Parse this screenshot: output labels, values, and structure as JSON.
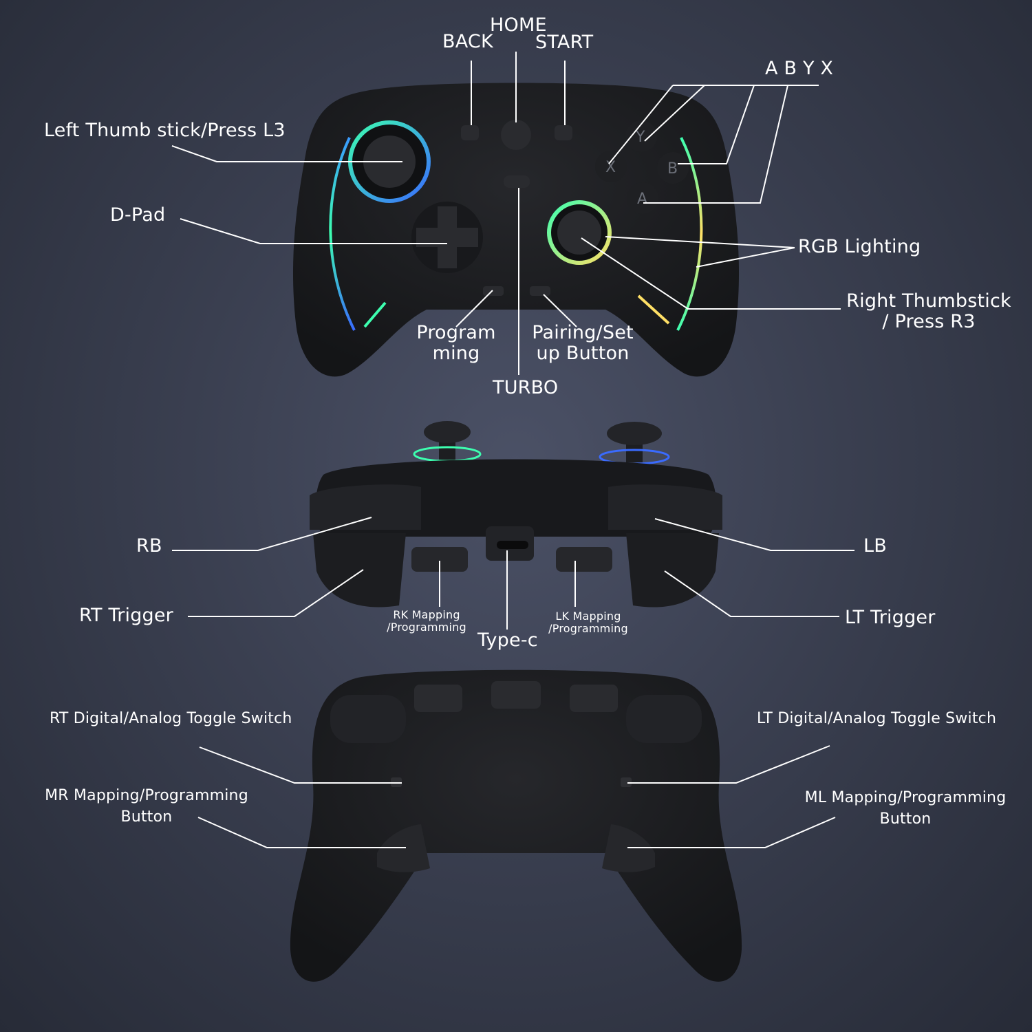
{
  "top_view": {
    "home": "HOME",
    "back": "BACK",
    "start": "START",
    "abyx": "A B Y X",
    "left_thumb": "Left Thumb stick/Press L3",
    "dpad": "D-Pad",
    "rgb": "RGB  Lighting",
    "right_thumb_1": "Right Thumbstick",
    "right_thumb_2": "/ Press R3",
    "programming_1": "Program",
    "programming_2": "ming",
    "pairing_1": "Pairing/Set",
    "pairing_2": "up Button",
    "turbo": "TURBO",
    "face_buttons": {
      "y": "Y",
      "x": "X",
      "b": "B",
      "a": "A"
    }
  },
  "front_view": {
    "rb": "RB",
    "lb": "LB",
    "rt": "RT Trigger",
    "lt": "LT Trigger",
    "rk_1": "RK Mapping",
    "rk_2": "/Programming",
    "lk_1": "LK Mapping",
    "lk_2": "/Programming",
    "typec": "Type-c"
  },
  "back_view": {
    "rt_toggle": "RT Digital/Analog Toggle Switch",
    "lt_toggle": "LT Digital/Analog Toggle Switch",
    "mr_1": "MR Mapping/Programming",
    "mr_2": "Button",
    "ml_1": "ML Mapping/Programming",
    "ml_2": "Button"
  },
  "colors": {
    "background": "#3a3f50",
    "controller_body": "#1b1c1f",
    "rgb_blue": "#3a6bff",
    "rgb_green": "#3dffb0",
    "rgb_yellow": "#ffe066",
    "label_text": "#ffffff"
  }
}
